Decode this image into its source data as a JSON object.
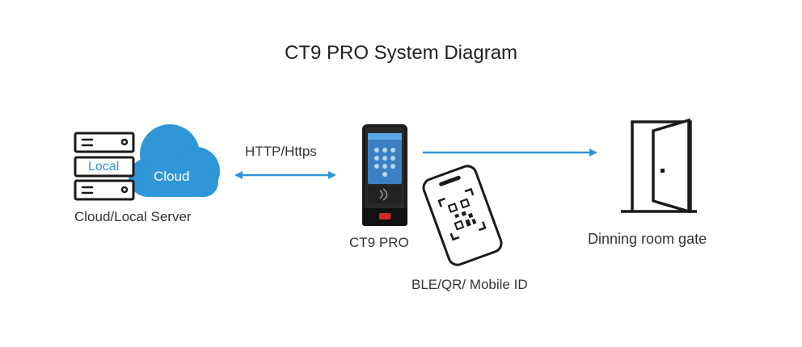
{
  "diagram": {
    "title": "CT9 PRO System Diagram",
    "server": {
      "label": "Cloud/Local Server",
      "local_text": "Local",
      "cloud_text": "Cloud"
    },
    "protocol_label": "HTTP/Https",
    "device_label": "CT9 PRO",
    "mobile_label": "BLE/QR/ Mobile ID",
    "gate_label": "Dinning room gate",
    "colors": {
      "accent": "#2f96d8",
      "line": "#1a1a1a",
      "cloud": "#2f96d8",
      "device": "#1c1c1c"
    }
  }
}
